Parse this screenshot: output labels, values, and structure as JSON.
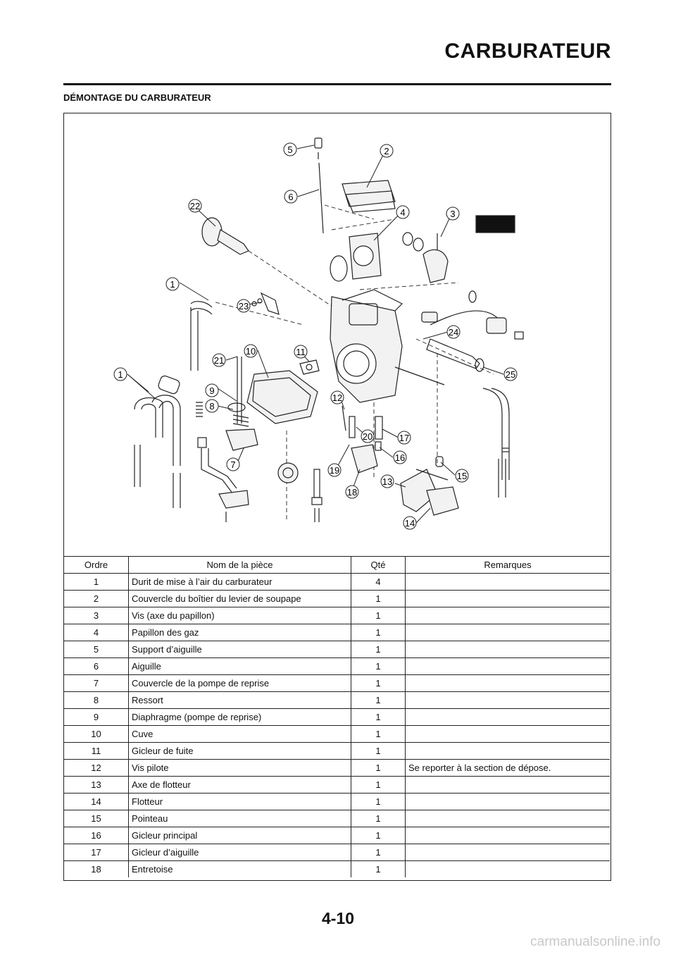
{
  "header": {
    "title": "CARBURATEUR"
  },
  "section": {
    "title": "DÉMONTAGE DU CARBURATEUR"
  },
  "diagram": {
    "callouts": [
      "1",
      "1",
      "2",
      "3",
      "4",
      "5",
      "6",
      "7",
      "8",
      "9",
      "10",
      "11",
      "12",
      "13",
      "14",
      "15",
      "16",
      "17",
      "18",
      "19",
      "20",
      "21",
      "22",
      "23",
      "24",
      "25"
    ]
  },
  "table": {
    "headers": {
      "ordre": "Ordre",
      "nom": "Nom de la pièce",
      "qte": "Qté",
      "remarques": "Remarques"
    },
    "rows": [
      {
        "ordre": "1",
        "nom": "Durit de mise à l’air du carburateur",
        "qte": "4",
        "remarques": ""
      },
      {
        "ordre": "2",
        "nom": "Couvercle du boîtier du levier de soupape",
        "qte": "1",
        "remarques": ""
      },
      {
        "ordre": "3",
        "nom": "Vis (axe du papillon)",
        "qte": "1",
        "remarques": ""
      },
      {
        "ordre": "4",
        "nom": "Papillon des gaz",
        "qte": "1",
        "remarques": ""
      },
      {
        "ordre": "5",
        "nom": "Support d’aiguille",
        "qte": "1",
        "remarques": ""
      },
      {
        "ordre": "6",
        "nom": "Aiguille",
        "qte": "1",
        "remarques": ""
      },
      {
        "ordre": "7",
        "nom": "Couvercle de la pompe de reprise",
        "qte": "1",
        "remarques": ""
      },
      {
        "ordre": "8",
        "nom": "Ressort",
        "qte": "1",
        "remarques": ""
      },
      {
        "ordre": "9",
        "nom": "Diaphragme (pompe de reprise)",
        "qte": "1",
        "remarques": ""
      },
      {
        "ordre": "10",
        "nom": "Cuve",
        "qte": "1",
        "remarques": ""
      },
      {
        "ordre": "11",
        "nom": "Gicleur de fuite",
        "qte": "1",
        "remarques": ""
      },
      {
        "ordre": "12",
        "nom": "Vis pilote",
        "qte": "1",
        "remarques": "Se reporter à la section de dépose."
      },
      {
        "ordre": "13",
        "nom": "Axe de flotteur",
        "qte": "1",
        "remarques": ""
      },
      {
        "ordre": "14",
        "nom": "Flotteur",
        "qte": "1",
        "remarques": ""
      },
      {
        "ordre": "15",
        "nom": "Pointeau",
        "qte": "1",
        "remarques": ""
      },
      {
        "ordre": "16",
        "nom": "Gicleur principal",
        "qte": "1",
        "remarques": ""
      },
      {
        "ordre": "17",
        "nom": "Gicleur d’aiguille",
        "qte": "1",
        "remarques": ""
      },
      {
        "ordre": "18",
        "nom": "Entretoise",
        "qte": "1",
        "remarques": ""
      }
    ]
  },
  "footer": {
    "page_number": "4-10",
    "watermark": "carmanualsonline.info"
  }
}
